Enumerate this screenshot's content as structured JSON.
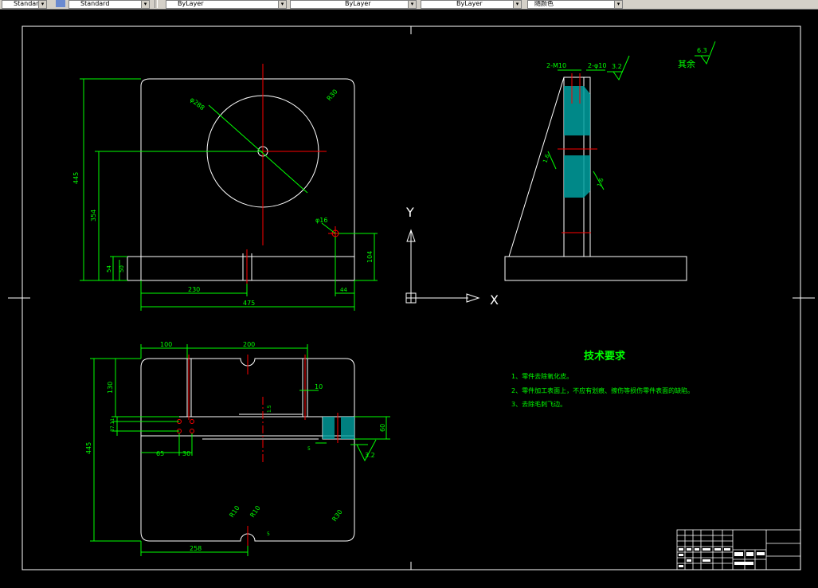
{
  "toolbar": {
    "text_style": "Standard",
    "layer": "ByLayer",
    "linetype": "ByLayer",
    "lineweight": "ByLayer",
    "color": "随颜色"
  },
  "front_view": {
    "circle_dia": "φ288",
    "hole_dia": "φ16",
    "radius": "R30",
    "height": "445",
    "center_height": "354",
    "dim_54": "54",
    "dim_50": "50",
    "dim_104": "104",
    "dim_230": "230",
    "width": "475",
    "dim_44": "44"
  },
  "ucs": {
    "y_label": "Y",
    "x_label": "X"
  },
  "side_view": {
    "callout_1": "2-M10",
    "callout_2": "2-φ10",
    "roughness": "3.2",
    "rough_other_label": "其余",
    "rough_other_value": "6.3",
    "rough_1": "1.6",
    "rough_2": "1.6"
  },
  "top_view": {
    "dim_100": "100",
    "dim_200": "200",
    "dim_130": "130",
    "dim_10": "10",
    "dim_37": "37.11",
    "height": "445",
    "dim_65": "65",
    "dim_30": "30",
    "dim_5": "5",
    "dim_60": "60",
    "roughness": "3.2",
    "dim_small": "1.5",
    "r_bottom": "R10",
    "r_bottom2": "R10",
    "r_corner": "R30",
    "dim_258": "258"
  },
  "tech": {
    "title": "技术要求",
    "items": [
      "1、零件去除氧化皮。",
      "2、零件加工表面上，不应有划痕、擦伤等损伤零件表面的缺陷。",
      "3、去除毛刺飞边。"
    ]
  },
  "colors": {
    "background": "#000000",
    "outline": "#ffffff",
    "dimension": "#00ff00",
    "centerline": "#ff0000",
    "section": "#00a0a0"
  }
}
